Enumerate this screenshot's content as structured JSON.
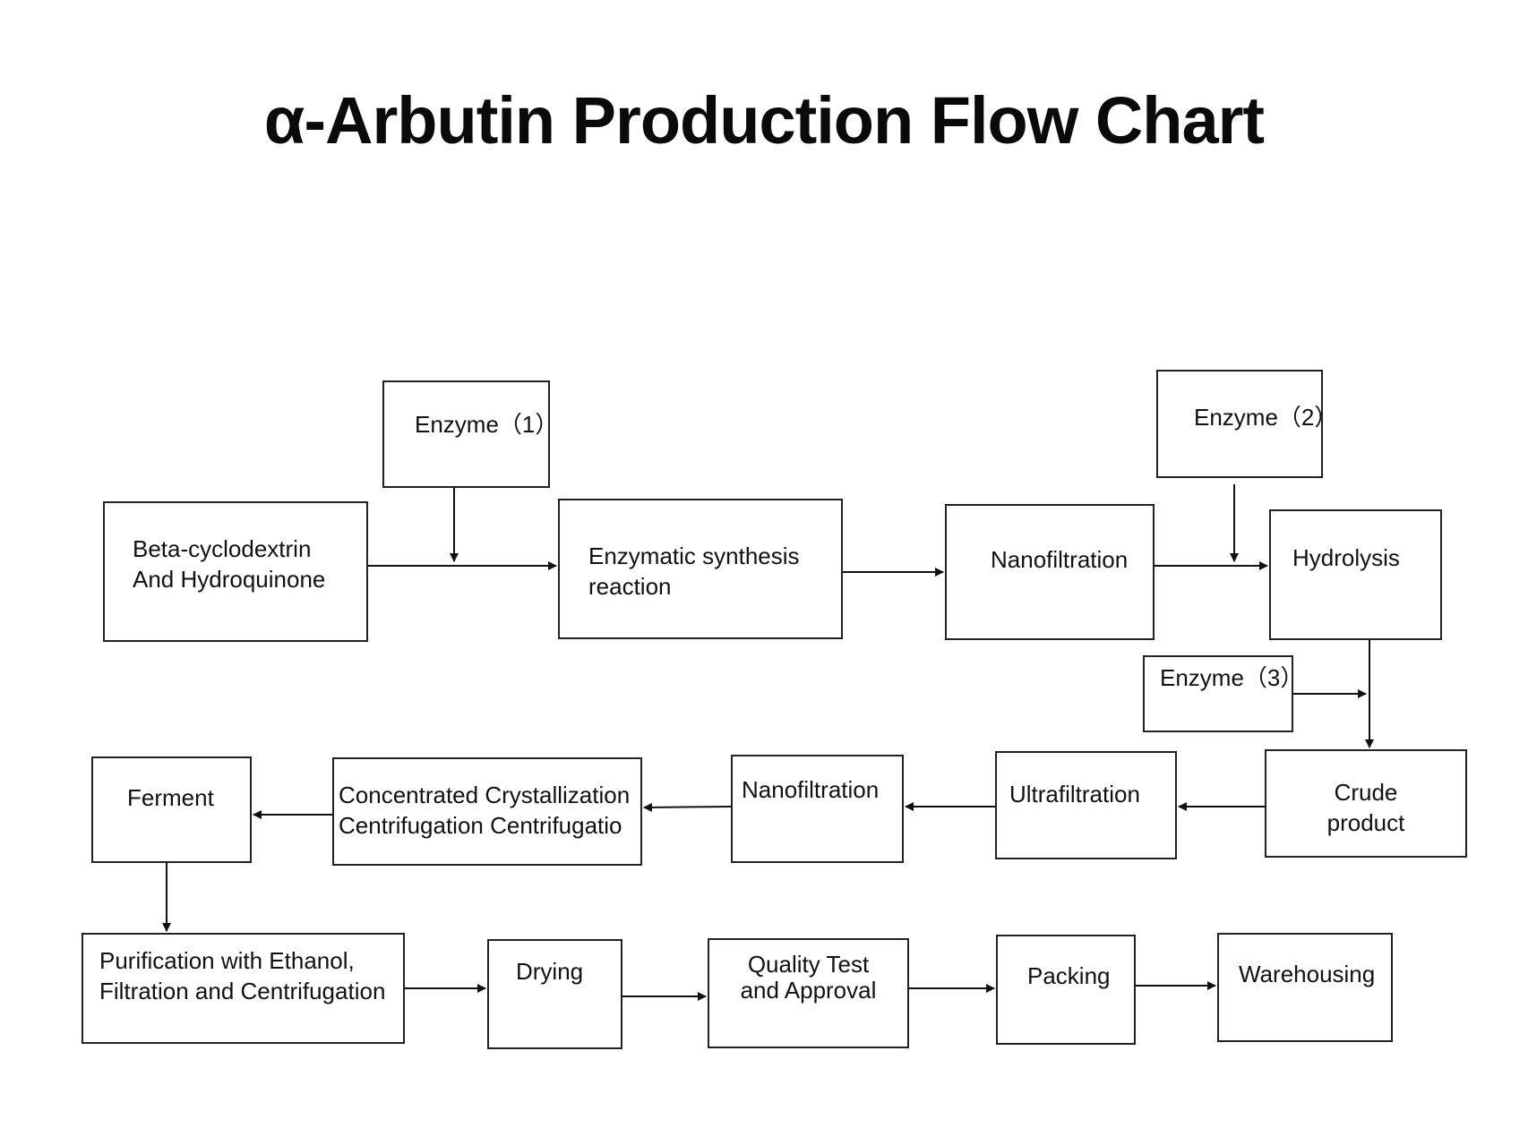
{
  "title": "α-Arbutin Production Flow Chart",
  "nodes": {
    "enzyme1": "Enzyme（1）",
    "enzyme2": "Enzyme（2）",
    "enzyme3": "Enzyme（3）",
    "raw_materials": [
      "Beta-cyclodextrin",
      "And Hydroquinone"
    ],
    "enzymatic_synthesis": [
      "Enzymatic synthesis",
      "reaction"
    ],
    "nanofiltration_1": "Nanofiltration",
    "hydrolysis": "Hydrolysis",
    "crude_product": [
      "Crude",
      "product"
    ],
    "ultrafiltration": "Ultrafiltration",
    "nanofiltration_2": "Nanofiltration",
    "concentrated": [
      "Concentrated Crystallization",
      "Centrifugation Centrifugatio"
    ],
    "ferment": "Ferment",
    "purification": [
      "Purification with Ethanol,",
      "Filtration and Centrifugation"
    ],
    "drying": "Drying",
    "quality": [
      "Quality Test",
      "and Approval"
    ],
    "packing": "Packing",
    "warehousing": "Warehousing"
  },
  "colors": {
    "line": "#111111",
    "box_border": "#222222",
    "background": "#ffffff"
  }
}
